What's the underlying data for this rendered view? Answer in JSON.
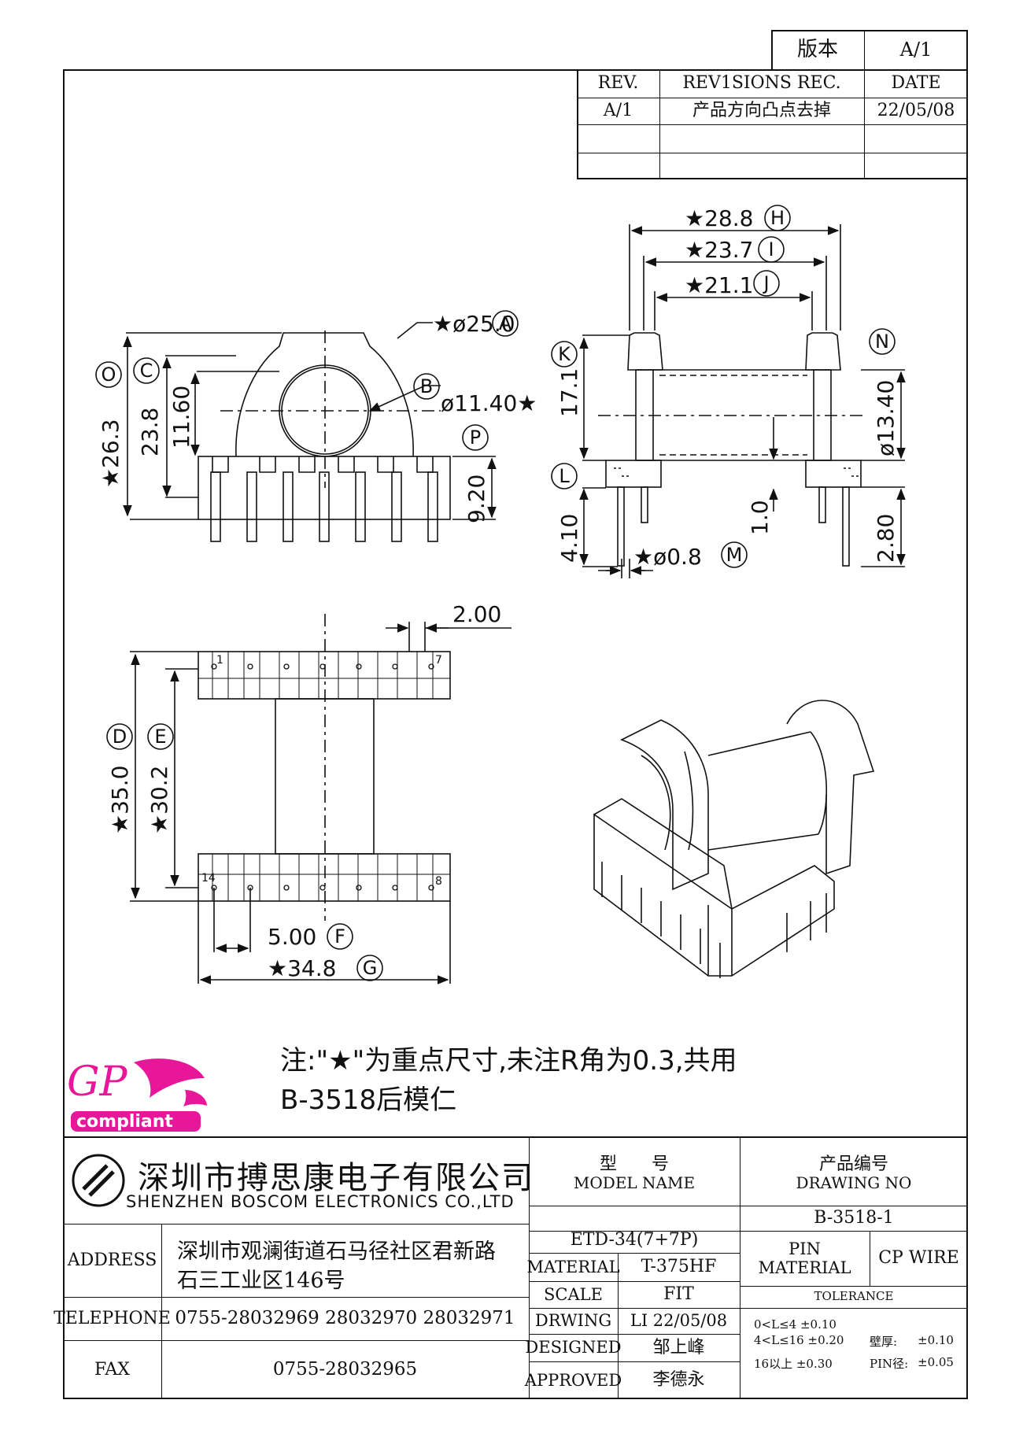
{
  "version_box": {
    "label": "版本",
    "value": "A/1"
  },
  "revisions": {
    "headers": [
      "REV.",
      "REV1SIONS REC.",
      "DATE"
    ],
    "rows": [
      [
        "A/1",
        "产品方向凸点去掉",
        "22/05/08"
      ],
      [
        "",
        "",
        ""
      ],
      [
        "",
        "",
        ""
      ]
    ]
  },
  "dims": {
    "H": "★28.8",
    "I": "★23.7",
    "J": "★21.1",
    "A": "★ø25.0",
    "B": "ø11.40★",
    "O": "★26.3",
    "C": "23.8",
    "front_11": "11.60",
    "P": "9.20",
    "K": "17.1",
    "N": "ø13.40",
    "side_10": "1.0",
    "side_410": "4.10",
    "M": "★ø0.8",
    "side_280": "2.80",
    "top_200": "2.00",
    "D": "★35.0",
    "E": "★30.2",
    "F": "5.00",
    "G": "★34.8",
    "pin_1": "1",
    "pin_7": "7",
    "pin_14": "14",
    "pin_8": "8"
  },
  "circle_letters": [
    "A",
    "B",
    "C",
    "D",
    "E",
    "F",
    "G",
    "H",
    "I",
    "J",
    "K",
    "L",
    "M",
    "N",
    "O",
    "P"
  ],
  "note": {
    "line1": "注:\"★\"为重点尺寸,未注R角为0.3,共用",
    "line2": "B-3518后模仁"
  },
  "logo": {
    "gp": "GP",
    "compliant": "compliant",
    "gp_color": "#e8179a"
  },
  "company": {
    "cn": "深圳市搏思康电子有限公司",
    "en": "SHENZHEN BOSCOM ELECTRONICS CO.,LTD"
  },
  "title_block": {
    "model_label_cn": "型　　号",
    "model_label_en": "MODEL NAME",
    "model_value": "ETD-34(7+7P)",
    "drawing_label_cn": "产品编号",
    "drawing_label_en": "DRAWING NO",
    "drawing_value": "B-3518-1",
    "address_label": "ADDRESS",
    "address_line1": "深圳市观澜街道石马径社区君新路",
    "address_line2": "石三工业区146号",
    "telephone_label": "TELEPHONE",
    "telephone_value": "0755-28032969 28032970 28032971",
    "fax_label": "FAX",
    "fax_value": "0755-28032965",
    "material_label": "MATERIAL",
    "material_value": "T-375HF",
    "scale_label": "SCALE",
    "scale_value": "FIT",
    "drwing_label": "DRWING",
    "drwing_value": "LI 22/05/08",
    "designed_label": "DESIGNED",
    "designed_value": "邹上峰",
    "approved_label": "APPROVED",
    "approved_value": "李德永",
    "pin_label1": "PIN",
    "pin_label2": "MATERIAL",
    "pin_value": "CP WIRE",
    "tolerance_label": "TOLERANCE",
    "tol_1": "0<L≤4  ±0.10",
    "tol_2": "4<L≤16  ±0.20",
    "tol_3": "16以上     ±0.30",
    "wall_label": "壁厚:",
    "wall_value": "±0.10",
    "pin_dia_label": "PIN径:",
    "pin_dia_value": "±0.05"
  }
}
